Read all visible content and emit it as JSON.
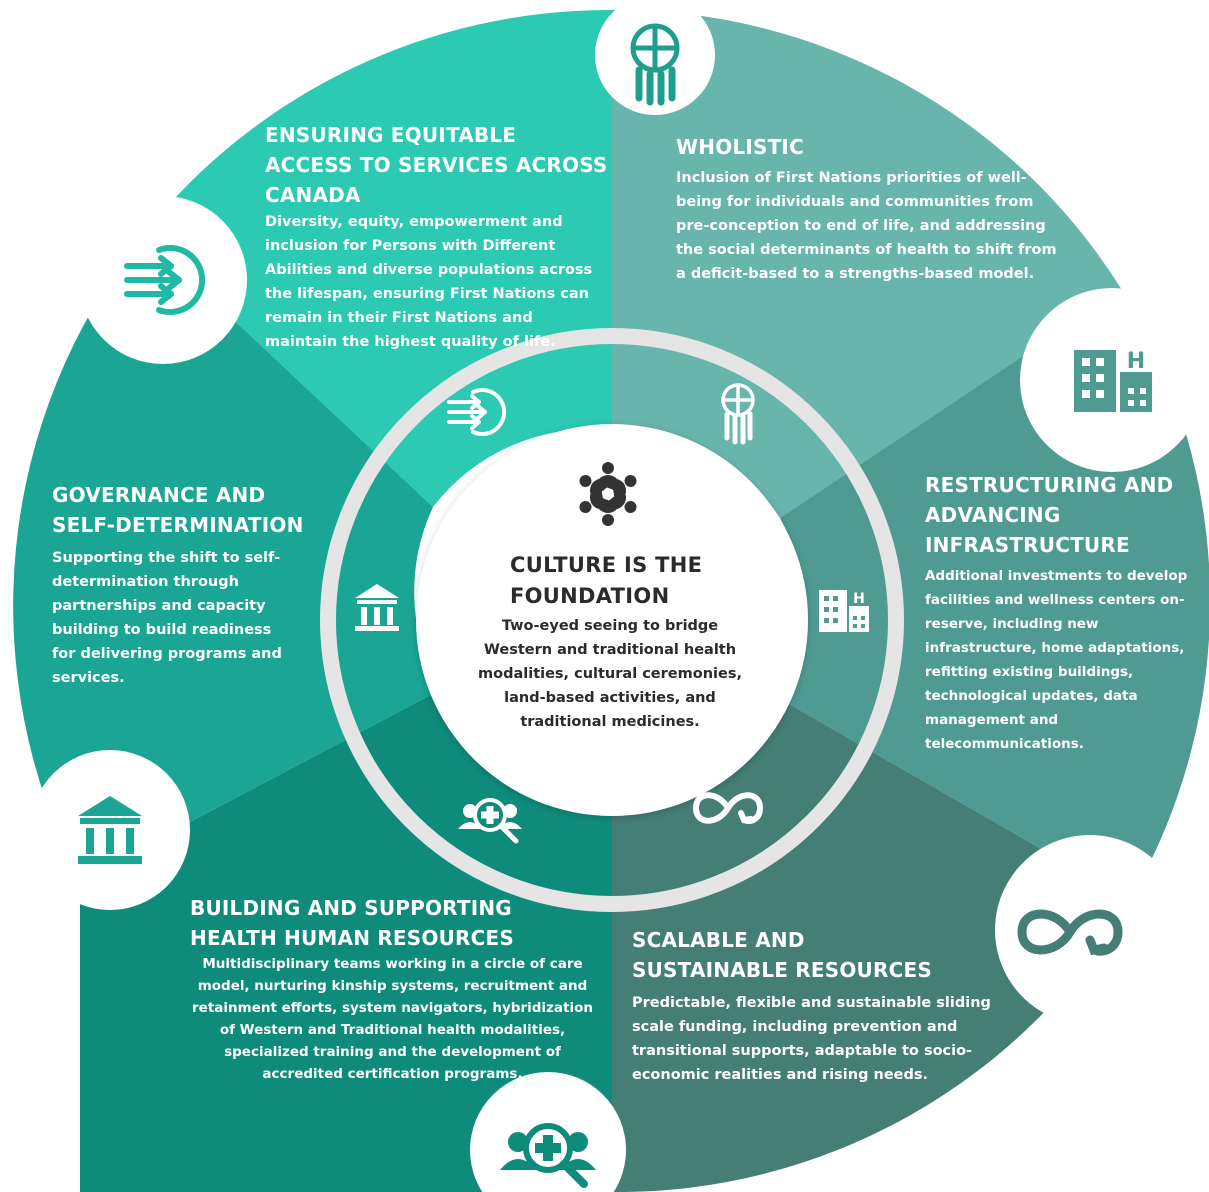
{
  "center": {
    "title": "CULTURE IS THE FOUNDATION",
    "description": "Two-eyed seeing to bridge Western and traditional health modalities, cultural ceremonies, land-based activities, and traditional medicines.",
    "icon": "people-circle-icon"
  },
  "segments": [
    {
      "id": "equitable-access",
      "title": "ENSURING EQUITABLE ACCESS TO SERVICES ACROSS CANADA",
      "description": "Diversity, equity, empowerment and inclusion for Persons with Different Abilities and diverse populations across the lifespan, ensuring First Nations can remain in their First Nations and maintain the highest quality of life.",
      "icon": "arrows-merge-icon",
      "color": "#2cc9b3"
    },
    {
      "id": "wholistic",
      "title": "WHOLISTIC",
      "description": "Inclusion of First Nations priorities of well-being for individuals and communities from pre-conception to end of life, and addressing the social determinants of health to shift from a deficit-based to a strengths-based model.",
      "icon": "medicine-wheel-icon",
      "color": "#68b5ac"
    },
    {
      "id": "infrastructure",
      "title": "RESTRUCTURING AND ADVANCING INFRASTRUCTURE",
      "description": "Additional investments to develop facilities and wellness centers on-reserve, including new infrastructure, home adaptations, refitting existing buildings, technological updates, data management and telecommunications.",
      "icon": "hospital-building-icon",
      "color": "#4f9b91"
    },
    {
      "id": "scalable",
      "title": "SCALABLE AND SUSTAINABLE RESOURCES",
      "description": "Predictable, flexible and sustainable sliding scale funding, including prevention and transitional supports, adaptable to socio-economic realities and rising needs.",
      "icon": "infinity-loop-icon",
      "color": "#447e75"
    },
    {
      "id": "health-human-resources",
      "title": "BUILDING AND SUPPORTING HEALTH HUMAN RESOURCES",
      "description": "Multidisciplinary teams working in a circle of care model, nurturing kinship systems, recruitment and retainment efforts, system navigators, hybridization of Western and Traditional health modalities, specialized training and the development of accredited certification programs.",
      "icon": "medical-search-icon",
      "color": "#0f8b7c"
    },
    {
      "id": "governance",
      "title": "GOVERNANCE AND SELF-DETERMINATION",
      "description": "Supporting the shift to self-determination through partnerships and capacity building to build readiness for delivering programs and services.",
      "icon": "government-building-icon",
      "color": "#1aa594"
    }
  ]
}
